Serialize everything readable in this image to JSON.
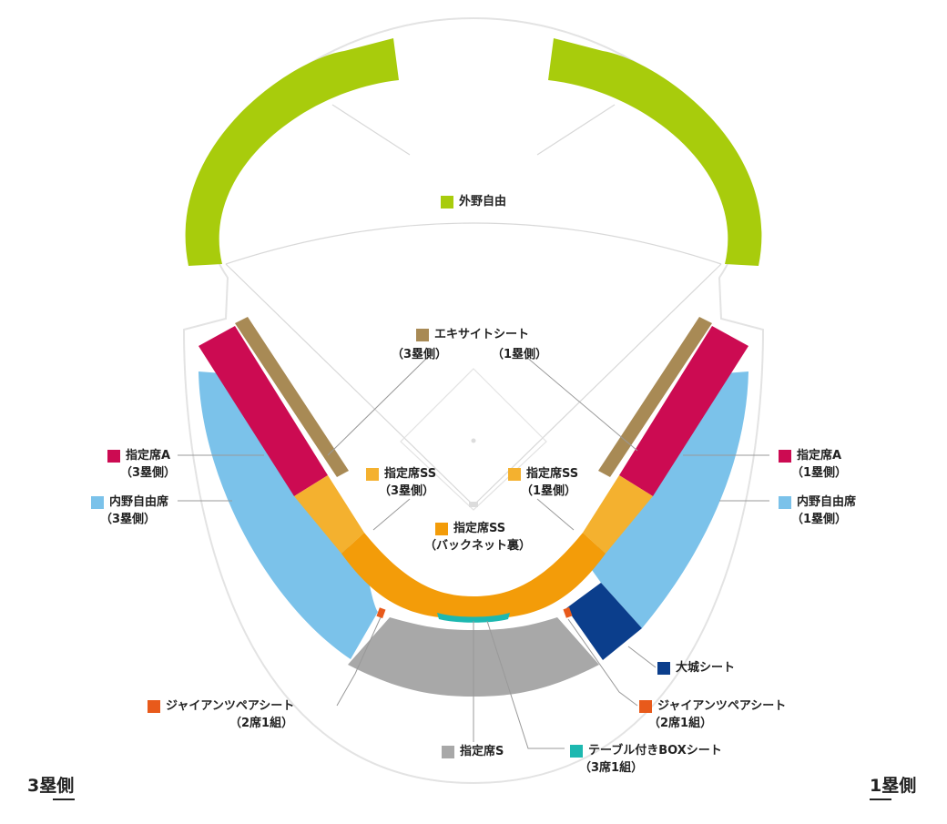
{
  "colors": {
    "outfield": "#a8cc0c",
    "excite": "#a88a55",
    "seat_a": "#cc0b52",
    "infield_free": "#7bc2ea",
    "ss": "#f4b12f",
    "ss_back": "#f39c09",
    "seat_s": "#a8a8a8",
    "box": "#1db8b0",
    "pair": "#e85a1b",
    "taijo": "#0b3e8c",
    "line": "#cfcfcf",
    "outline": "#e3e3e3"
  },
  "labels": {
    "outfield": "外野自由",
    "excite": "エキサイトシート",
    "excite_3b": "（3塁側）",
    "excite_1b": "（1塁側）",
    "a_3b": "指定席A",
    "a_3b_sub": "（3塁側）",
    "a_1b": "指定席A",
    "a_1b_sub": "（1塁側）",
    "free_3b": "内野自由席",
    "free_3b_sub": "（3塁側）",
    "free_1b": "内野自由席",
    "free_1b_sub": "（1塁側）",
    "ss_3b": "指定席SS",
    "ss_3b_sub": "（3塁側）",
    "ss_1b": "指定席SS",
    "ss_1b_sub": "（1塁側）",
    "ss_back": "指定席SS",
    "ss_back_sub": "（バックネット裏）",
    "taijo": "大城シート",
    "pair_3b": "ジャイアンツペアシート",
    "pair_3b_sub": "（2席1組）",
    "pair_1b": "ジャイアンツペアシート",
    "pair_1b_sub": "（2席1組）",
    "seat_s": "指定席S",
    "box": "テーブル付きBOXシート",
    "box_sub": "（3席1組）",
    "side_3b": "3塁側",
    "side_1b": "1塁側"
  }
}
